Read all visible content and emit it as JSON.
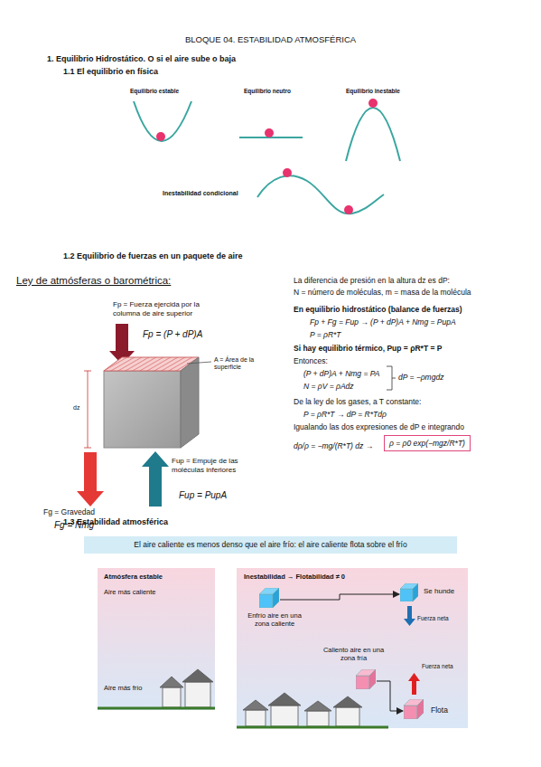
{
  "diagram": {
    "title": "BLOQUE 04. ESTABILIDAD ATMOSFÉRICA",
    "nodes": [
      {
        "text": [
          "ρ = ρ0 exp(−mgz/R*T)"
        ]
      },
      {
        "text": [
          "El aire caliente es menos denso que el aire frío: el aire caliente flota sobre el frío"
        ]
      },
      {
        "text": [
          "Atmósfera estable",
          "Aire más caliente",
          "Aire más frío"
        ]
      },
      {
        "text": [
          "Inestabilidad → Flotabilidad ≠ 0"
        ]
      },
      {
        "text": [
          "Enfrío aire en una zona caliente"
        ],
        "in": 3
      },
      {
        "text": [
          "Se hunde"
        ],
        "in": 3
      },
      {
        "text": [
          "Caliento aire en una zona fría"
        ],
        "in": 3
      },
      {
        "text": [
          "Flota"
        ],
        "in": 3
      }
    ],
    "edges": [
      {
        "from": 4,
        "to": 5,
        "arrow": "to"
      },
      {
        "from": 6,
        "to": 7,
        "arrow": "to"
      }
    ],
    "labels": [
      "1. Equilibrio Hidrostático. O si el aire sube o baja",
      "1.1 El equilibrio en física",
      "Equilibrio estable",
      "Equilibrio neutro",
      "Equilibrio inestable",
      "Inestabilidad condicional",
      "1.2 Equilibrio de fuerzas en un paquete de aire",
      "Ley de atmósferas o barométrica:",
      "Fp = Fuerza ejercida por la columna de aire superior",
      "Fp = (P + dP)A",
      "A = Área de la superficie",
      "dz",
      "Fg = Gravedad",
      "Fg = Nmg",
      "Fup = Empuje de las moléculas inferiores",
      "Fup = PupA",
      "La diferencia de presión en la altura dz es dP:",
      "N = número de moléculas, m = masa de la molécula",
      "En equilibrio hidrostático (balance de fuerzas)",
      "Fp + Fg = Fup → (P + dP)A + Nmg = PupA",
      "P = ρR*T",
      "Si hay equilibrio térmico, Pup = ρR*T = P",
      "Entonces:",
      "(P + dP)A + Nmg = PA",
      "N = ρV = ρAdz",
      "dP = −ρmgdz",
      "De la ley de los gases, a T constante:",
      "P = ρR*T → dP = R*Tdρ",
      "Igualando las dos expresiones de dP e integrando",
      "dρ/ρ = −mg/(R*T) dz →",
      "1.3 Estabilidad atmosférica",
      "Fuerza neta",
      "Fuerza neta"
    ]
  }
}
